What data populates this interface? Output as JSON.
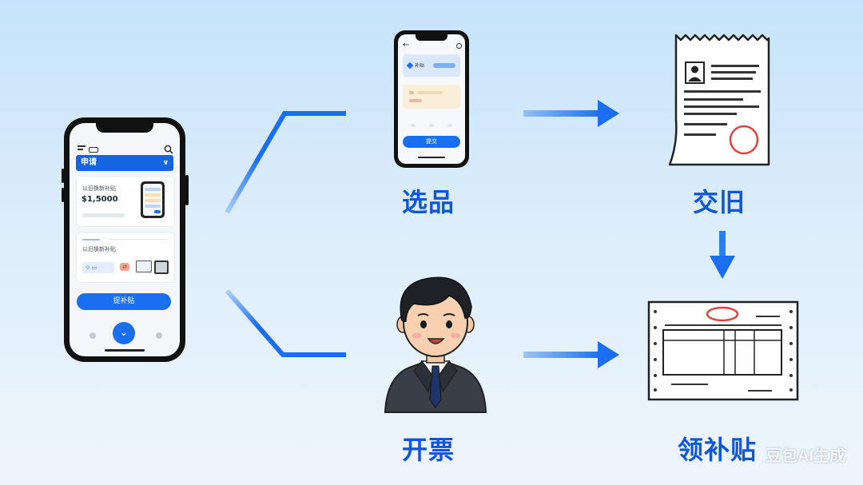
{
  "phone_main": {
    "header_title": "申请",
    "product_line": "以旧换新补贴",
    "price": "$1,5000",
    "section_line": "以旧换新补贴",
    "button_label": "提补贴",
    "home_icon": "download-arrow-icon"
  },
  "phone_small": {
    "chip_label": "补贴",
    "button_label": "提交"
  },
  "steps": {
    "select": "选品",
    "trade_in": "交旧",
    "invoice": "开票",
    "subsidy": "领补贴"
  },
  "watermark": "豆包AI生成",
  "colors": {
    "accent": "#1565e0",
    "label": "#0f57d6",
    "stamp": "#e0433b"
  }
}
